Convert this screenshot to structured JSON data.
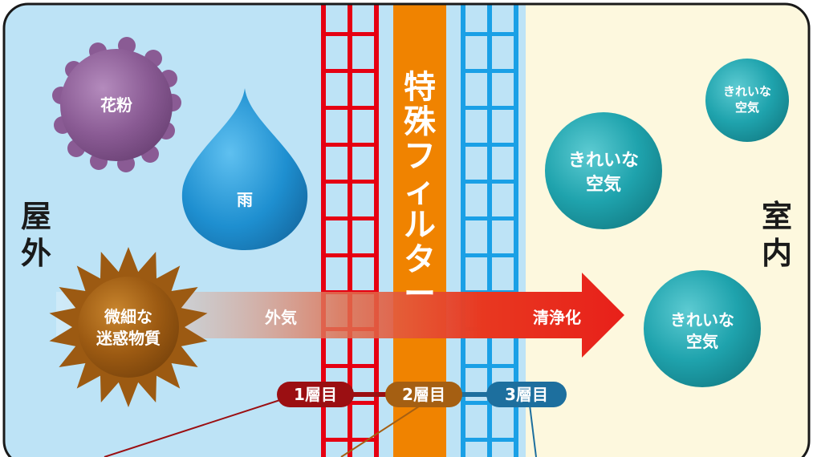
{
  "labels": {
    "outdoor": "屋外",
    "indoor": "室内",
    "filter": "特殊フィルター",
    "pollen": "花粉",
    "rain": "雨",
    "particles": "微細な\n迷惑物質",
    "outside_air": "外気",
    "purified": "清浄化",
    "clean_air_large": "きれいな\n空気",
    "clean_air_small": "きれいな\n空気",
    "clean_air_bottom": "きれいな\n空気",
    "layer1": "1層目",
    "layer2": "2層目",
    "layer3": "3層目"
  },
  "colors": {
    "outdoor_bg": "#bde3f6",
    "indoor_bg": "#fdf8de",
    "red_mesh": "#e60012",
    "orange_filter": "#f08300",
    "blue_mesh": "#1aa0e6",
    "pollen": "#8a5b94",
    "rain": "#1e8fd0",
    "particles": "#9c5a12",
    "clean_air": "#1fa3ad",
    "arrow": "#e83820",
    "layer1_badge": "#9b0f12",
    "layer2_badge": "#a55f12",
    "layer3_badge": "#1d6f9e"
  }
}
